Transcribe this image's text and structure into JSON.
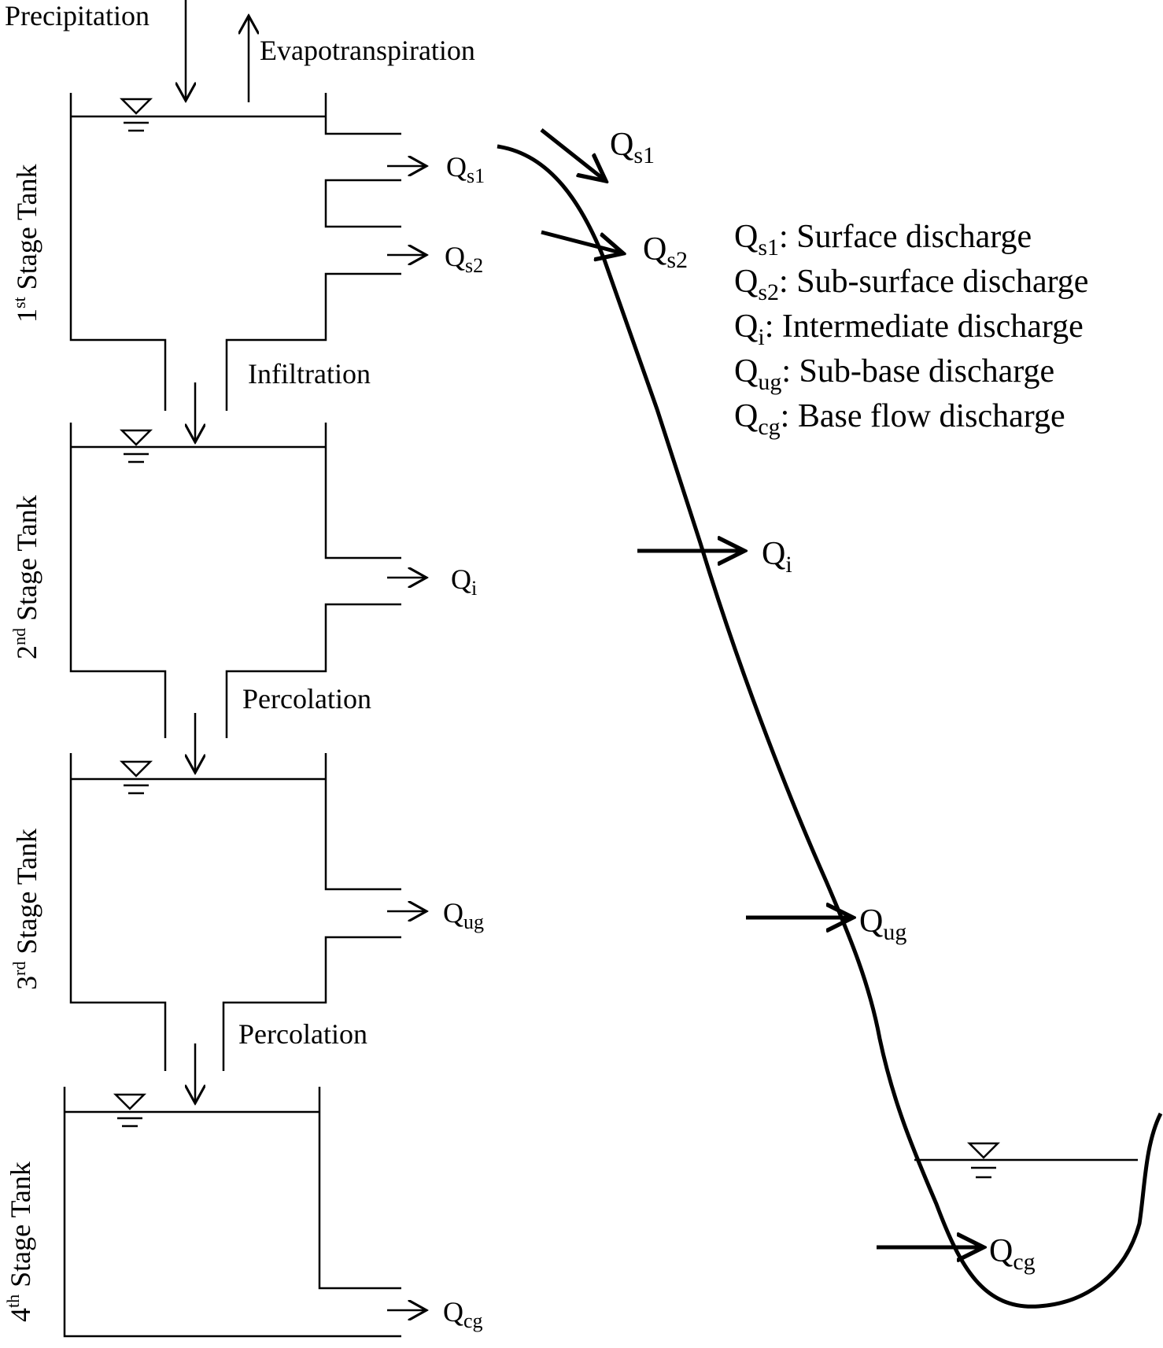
{
  "inputs": {
    "precipitation": "Precipitation",
    "evapotranspiration": "Evapotranspiration"
  },
  "flows": {
    "infiltration": "Infiltration",
    "percolation_1": "Percolation",
    "percolation_2": "Percolation"
  },
  "tanks": [
    {
      "ordinal": "1",
      "suffix": "st",
      "label": " Stage Tank"
    },
    {
      "ordinal": "2",
      "suffix": "nd",
      "label": " Stage Tank"
    },
    {
      "ordinal": "3",
      "suffix": "rd",
      "label": " Stage Tank"
    },
    {
      "ordinal": "4",
      "suffix": "th",
      "label": " Stage Tank"
    }
  ],
  "outlets": {
    "qs1": {
      "base": "Q",
      "sub": "s1"
    },
    "qs2": {
      "base": "Q",
      "sub": "s2"
    },
    "qi": {
      "base": "Q",
      "sub": "i"
    },
    "qug": {
      "base": "Q",
      "sub": "ug"
    },
    "qcg": {
      "base": "Q",
      "sub": "cg"
    }
  },
  "legend": [
    {
      "base": "Q",
      "sub": "s1",
      "text": ": Surface discharge"
    },
    {
      "base": "Q",
      "sub": "s2",
      "text": ": Sub-surface discharge"
    },
    {
      "base": "Q",
      "sub": "i",
      "text": ": Intermediate discharge"
    },
    {
      "base": "Q",
      "sub": "ug",
      "text": ": Sub-base discharge"
    },
    {
      "base": "Q",
      "sub": "cg",
      "text": ": Base flow discharge"
    }
  ]
}
